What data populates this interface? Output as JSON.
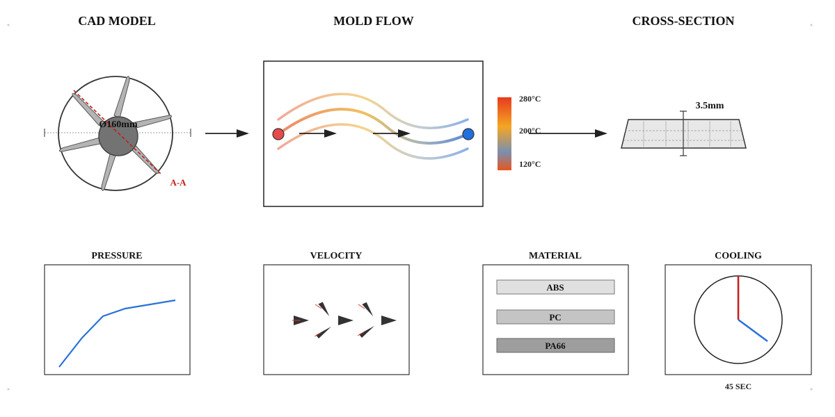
{
  "sections": {
    "cad_model": {
      "title": "CAD MODEL",
      "diameter_label": "Ø160mm",
      "section_label": "A-A"
    },
    "mold_flow": {
      "title": "MOLD FLOW",
      "scale_labels": [
        "280°C",
        "200°C",
        "120°C"
      ]
    },
    "cross_section": {
      "title": "CROSS-SECTION",
      "thickness_label": "3.5mm"
    }
  },
  "panels": {
    "pressure": {
      "title": "PRESSURE"
    },
    "velocity": {
      "title": "VELOCITY"
    },
    "material": {
      "title": "MATERIAL",
      "items": [
        "ABS",
        "PC",
        "PA66"
      ]
    },
    "cooling": {
      "title": "COOLING",
      "time_label": "45 SEC"
    }
  },
  "colors": {
    "inlet": "#e84a4a",
    "outlet": "#1e6fe0",
    "pressure_line": "#2a72d8",
    "clock_hand_red": "#c81f1f",
    "clock_hand_blue": "#2a72d8",
    "section_line": "#c0201a"
  }
}
